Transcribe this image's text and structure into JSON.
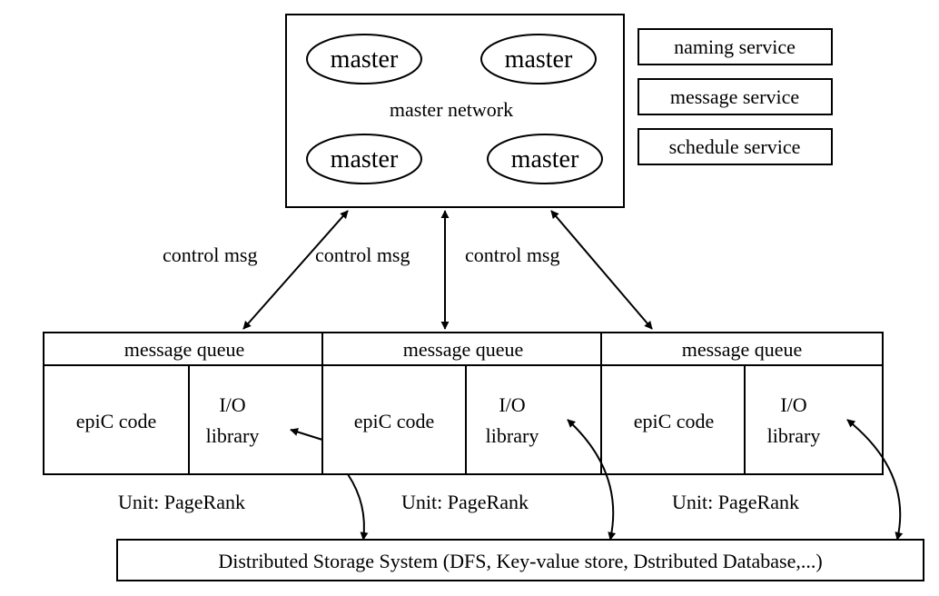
{
  "master_network": {
    "label": "master network",
    "masters": [
      "master",
      "master",
      "master",
      "master"
    ]
  },
  "services": [
    "naming service",
    "message service",
    "schedule service"
  ],
  "arrows": {
    "control_labels": [
      "control msg",
      "control msg",
      "control msg"
    ]
  },
  "units": [
    {
      "queue": "message queue",
      "code": "epiC code",
      "io_line1": "I/O",
      "io_line2": "library",
      "caption": "Unit: PageRank"
    },
    {
      "queue": "message queue",
      "code": "epiC code",
      "io_line1": "I/O",
      "io_line2": "library",
      "caption": "Unit: PageRank"
    },
    {
      "queue": "message queue",
      "code": "epiC code",
      "io_line1": "I/O",
      "io_line2": "library",
      "caption": "Unit: PageRank"
    }
  ],
  "storage": {
    "label": "Distributed Storage System (DFS, Key-value store, Dstributed Database,...)"
  }
}
